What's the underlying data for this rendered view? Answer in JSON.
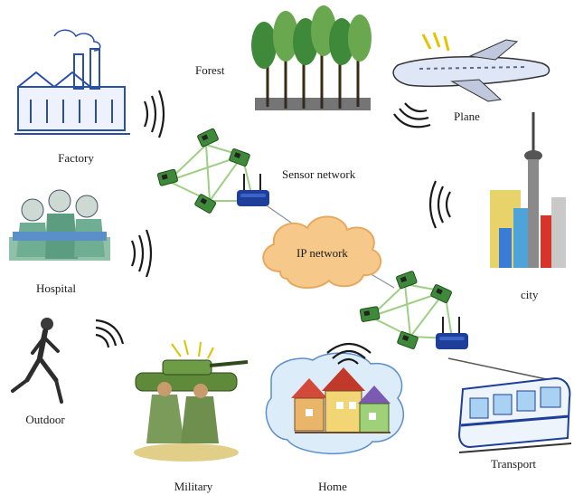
{
  "labels": {
    "forest": "Forest",
    "factory": "Factory",
    "plane": "Plane",
    "sensor_network": "Sensor network",
    "hospital": "Hospital",
    "ip_network": "IP network",
    "city": "city",
    "outdoor": "Outdoor",
    "military": "Military",
    "home": "Home",
    "transport": "Transport"
  },
  "colors": {
    "cloud_fill": "#f6c98a",
    "cloud_stroke": "#e8a860",
    "sensor_board": "#3f8a3a",
    "mesh_link": "#9ecf84",
    "router_body": "#1d3f9a",
    "wave": "#1a1a1a"
  }
}
